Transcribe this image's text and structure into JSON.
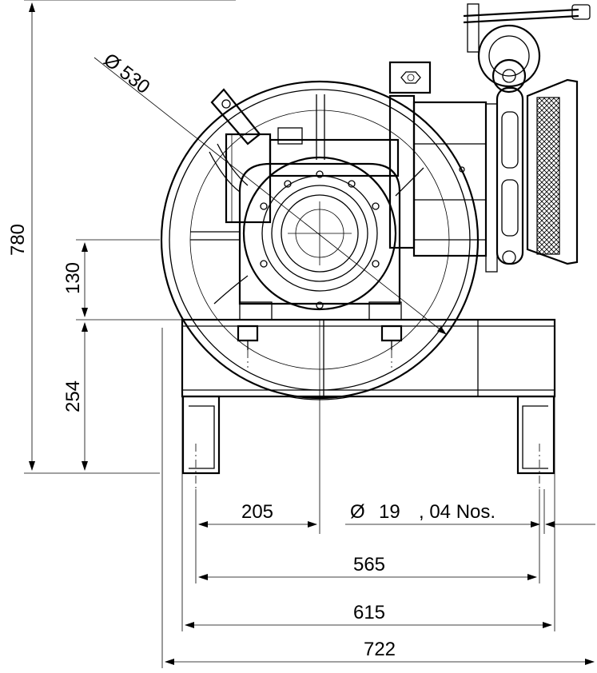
{
  "dimensions": {
    "total_height": "780",
    "motor_center_height": "130",
    "frame_height": "254",
    "sheave_diameter": "Ø 530",
    "offset": "205",
    "bolt_hole_symbol": "Ø",
    "bolt_hole_size": "19",
    "bolt_hole_count": ", 04 Nos.",
    "bolt_spacing": "565",
    "frame_width": "615",
    "overall_width": "722"
  }
}
